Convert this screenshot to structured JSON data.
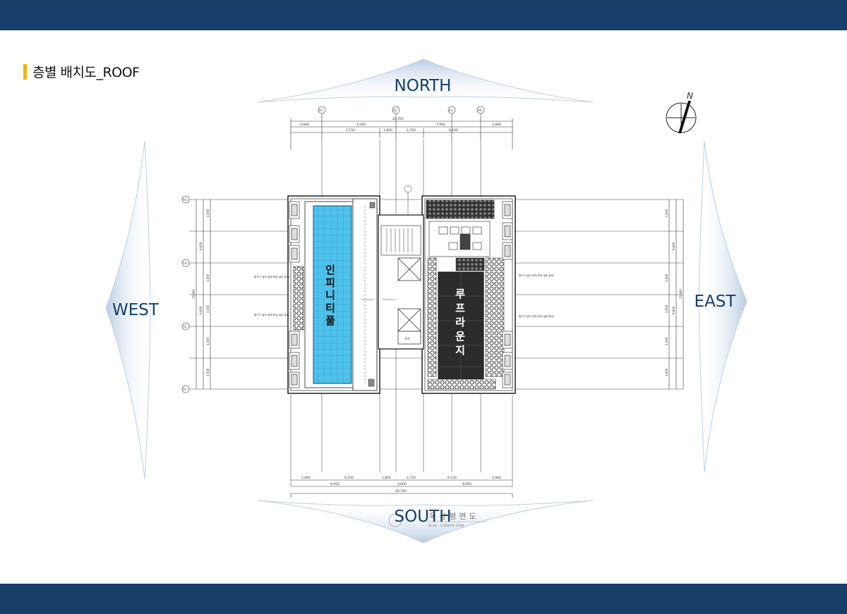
{
  "header": {
    "title": "층별 배치도_ROOF"
  },
  "compass": {
    "north": "NORTH",
    "south": "SOUTH",
    "west": "WEST",
    "east": "EAST",
    "n_mark": "N"
  },
  "rooms": {
    "pool": [
      "인",
      "피",
      "니",
      "티",
      "풀"
    ],
    "lounge": [
      "루",
      "프",
      "라",
      "운",
      "지"
    ]
  },
  "plan_text": {
    "total_dim": "20,700",
    "top_dims": [
      "2,900",
      "2,500",
      "7,950",
      "2,800"
    ],
    "top_dims_inner": [
      "5,150",
      "1,850",
      "2,700",
      "6,100"
    ],
    "bottom_dims": [
      "2,900",
      "6,150",
      "1,850",
      "2,700",
      "6,150",
      "2,900"
    ],
    "bottom_dims_mid": [
      "8,950",
      "4,600",
      "8,050"
    ],
    "bottom_total": "20,700",
    "side_dims": [
      "3,000",
      "3,000",
      "3,000",
      "3,000",
      "3,000"
    ],
    "side_totals": [
      "9,600",
      "9,600",
      "15,900"
    ],
    "grid_x": [
      "X1",
      "X2",
      "X3",
      "X4"
    ],
    "grid_y": [
      "Y4",
      "Y3",
      "Y2",
      "Y1"
    ],
    "drawing_title": "옥상평면도",
    "scale_note": "Scale : 1/100(A1:1/50)",
    "unit_note_left": "환기구 설치 위치(옥상 설비 참조)",
    "unit_note_right": "환기구 설치 위치(옥상 설비 참조)",
    "elevator_label": "E/V"
  },
  "colors": {
    "band": "#173f6a",
    "accent": "#f4b400",
    "direction_text": "#173f6a",
    "pool": "#4fc2ec",
    "lounge": "#2c2c2c"
  }
}
